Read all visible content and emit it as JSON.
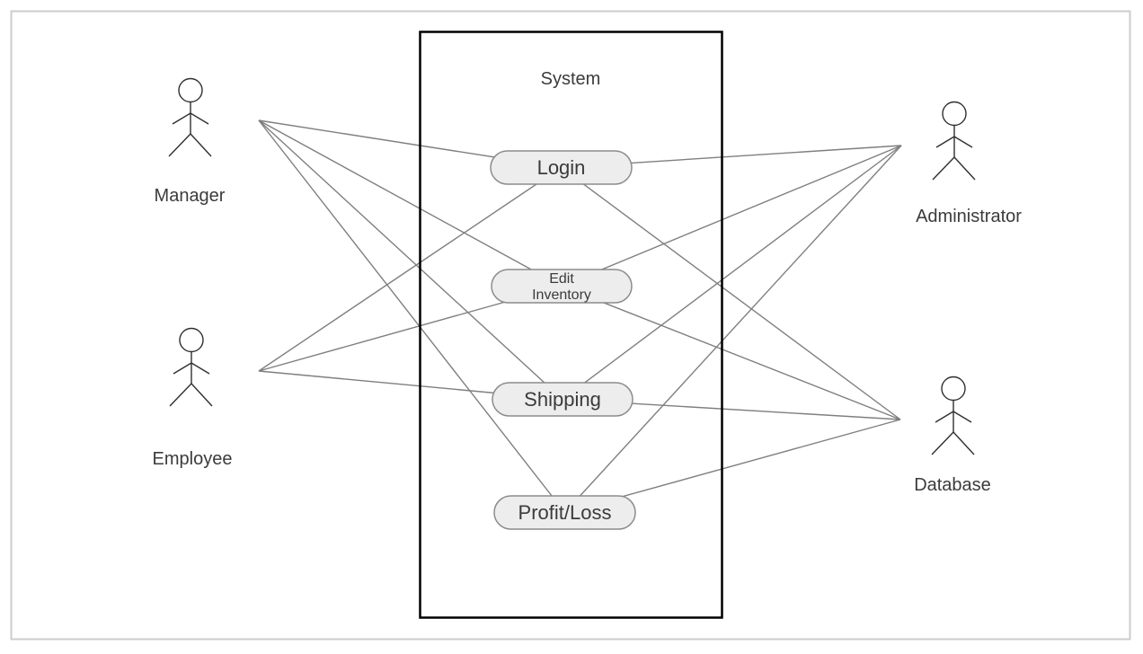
{
  "diagram": {
    "type": "uml-use-case-diagram",
    "system_label": "System",
    "actors": [
      {
        "id": "manager",
        "label": "Manager",
        "side": "left"
      },
      {
        "id": "employee",
        "label": "Employee",
        "side": "left"
      },
      {
        "id": "administrator",
        "label": "Administrator",
        "side": "right"
      },
      {
        "id": "database",
        "label": "Database",
        "side": "right"
      }
    ],
    "use_cases": [
      {
        "id": "login",
        "label": "Login"
      },
      {
        "id": "edit-inventory",
        "label": "Edit Inventory",
        "line1": "Edit",
        "line2": "Inventory"
      },
      {
        "id": "shipping",
        "label": "Shipping"
      },
      {
        "id": "profit-loss",
        "label": "Profit/Loss"
      }
    ],
    "connections": [
      {
        "from": "Manager",
        "to": "Login"
      },
      {
        "from": "Manager",
        "to": "Edit Inventory"
      },
      {
        "from": "Manager",
        "to": "Shipping"
      },
      {
        "from": "Manager",
        "to": "Profit/Loss"
      },
      {
        "from": "Employee",
        "to": "Login"
      },
      {
        "from": "Employee",
        "to": "Edit Inventory"
      },
      {
        "from": "Employee",
        "to": "Shipping"
      },
      {
        "from": "Administrator",
        "to": "Login"
      },
      {
        "from": "Administrator",
        "to": "Edit Inventory"
      },
      {
        "from": "Administrator",
        "to": "Shipping"
      },
      {
        "from": "Administrator",
        "to": "Profit/Loss"
      },
      {
        "from": "Database",
        "to": "Login"
      },
      {
        "from": "Database",
        "to": "Edit Inventory"
      },
      {
        "from": "Database",
        "to": "Shipping"
      },
      {
        "from": "Database",
        "to": "Profit/Loss"
      }
    ],
    "colors": {
      "association_line": "#7f7f7f",
      "use_case_fill": "#ededed",
      "use_case_stroke": "#8c8c8c",
      "system_box_stroke": "#000000",
      "text": "#3b3b3b",
      "page_border": "#cccccc",
      "background": "#ffffff"
    }
  }
}
